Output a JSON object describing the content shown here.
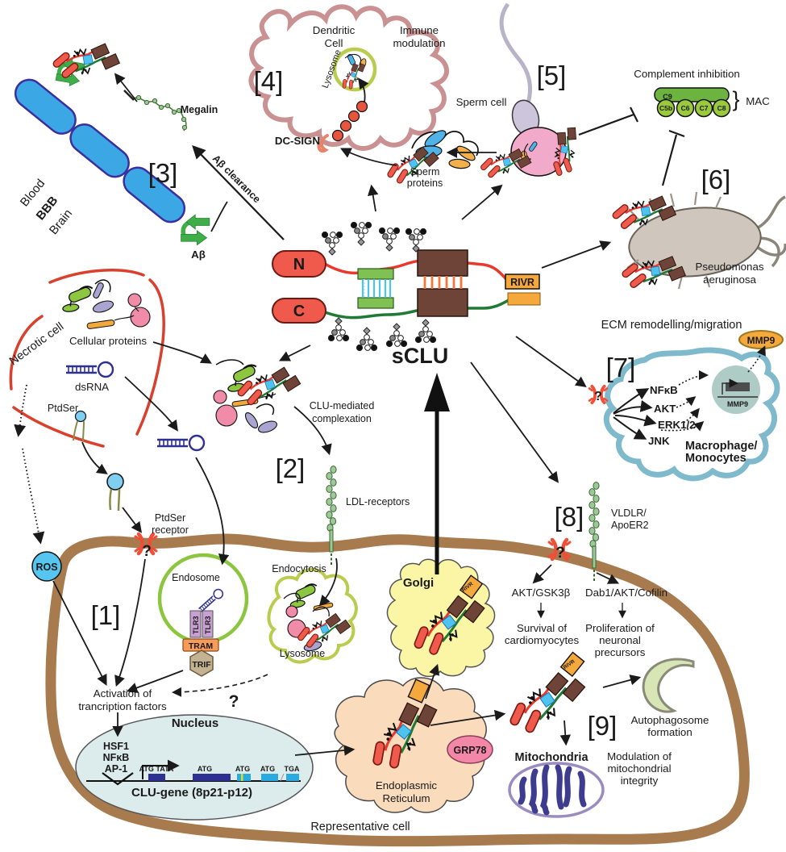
{
  "colors": {
    "membrane": "#A87B4F",
    "necrotic_red": "#D9402E",
    "bbb_blue": "#3BA7E5",
    "bbb_label_blue": "#4FB8EA",
    "dendritic_pink": "#CA9193",
    "macrophage_outline": "#7FB9CC",
    "macrophage_text": "#2196D9",
    "nucleus_fill": "#DCEBEB",
    "nucleus_text": "#1B75BB",
    "golgi_fill": "#FAF6A6",
    "golgi_text": "#A39A33",
    "er_fill": "#FADCBC",
    "er_text": "#F2728C",
    "grp78_pink": "#F287A7",
    "mito_purple": "#7C3F98",
    "clu_red": "#F05A4C",
    "clu_brown": "#6F4438",
    "clu_green": "#7FC152",
    "clu_orange": "#F5A83C",
    "complement_green": "#6CB33F",
    "sperm_text": "#5B5EA6",
    "pseudomonas_text": "#28375F",
    "exon_dark_blue": "#2E3192",
    "exon_light_blue": "#29ABE2",
    "receptor_red": "#F04E37"
  },
  "symbols": {
    "question": "?",
    "brace": "}"
  },
  "molecule": {
    "n": "N",
    "c": "C",
    "rivr": "RIVR",
    "name": "sCLU"
  },
  "bbb": {
    "blood": "Blood",
    "bbb": "BBB",
    "brain": "Brain",
    "megalin": "Megalin",
    "num": "[3]",
    "clearance": "Aβ clearance",
    "abeta": "Aβ"
  },
  "dendritic": {
    "num": "[4]",
    "cell1": "Dendritic",
    "cell2": "Cell",
    "lysosome": "Lysosome",
    "dcsign": "DC-SIGN",
    "immune1": "Immune",
    "immune2": "modulation"
  },
  "sperm": {
    "num": "[5]",
    "cell": "Sperm cell",
    "prot1": "Sperm",
    "prot2": "proteins"
  },
  "complement": {
    "title": "Complement inhibition",
    "c9": "C9",
    "c5b": "C5b",
    "c6": "C6",
    "c7": "C7",
    "c8": "C8",
    "mac": "MAC"
  },
  "pseudomonas": {
    "num": "[6]",
    "name1": "Pseudomonas",
    "name2": "aeruginosa"
  },
  "necrotic": {
    "cell": "Necrotic cell",
    "proteins": "Cellular proteins",
    "dsrna": "dsRNA",
    "ptdser": "PtdSer"
  },
  "complexation": {
    "num": "[2]",
    "line1": "CLU-mediated",
    "line2": "complexation",
    "ldl": "LDL-receptors"
  },
  "macrophage": {
    "num": "[7]",
    "title": "ECM remodelling/migration",
    "mmp9_secreted": "MMP9",
    "mmp9_gene": "MMP9",
    "nfkb": "NFκB",
    "akt": "AKT",
    "erk": "ERK1/2",
    "jnk": "JNK",
    "name1": "Macrophage/",
    "name2": "Monocytes"
  },
  "pathway1": {
    "num": "[1]",
    "ros": "ROS",
    "receptor1": "PtdSer",
    "receptor2": "receptor",
    "endosome": "Endosome",
    "tlr3": "TLR3",
    "tram": "TRAM",
    "trif": "TRIF",
    "activation1": "Activation of",
    "activation2": "trancription factors"
  },
  "nucleus": {
    "title": "Nucleus",
    "hsf1": "HSF1",
    "nfkb": "NFκB",
    "ap1": "AP-1",
    "atg_tata": "ATG TATA",
    "atg": "ATG",
    "tga": "TGA",
    "gene": "CLU-gene (8p21-p12)"
  },
  "secretory": {
    "endocytosis": "Endocytosis",
    "lysosome": "Lysosome",
    "golgi": "Golgi",
    "er1": "Endoplasmic",
    "er2": "Reticulum",
    "grp78": "GRP78"
  },
  "pathway8": {
    "num": "[8]",
    "vldlr1": "VLDLR/",
    "vldlr2": "ApoER2",
    "akt_gsk": "AKT/GSK3β",
    "dab1": "Dab1/AKT/Cofilin",
    "survival1": "Survival of",
    "survival2": "cardiomyocytes",
    "prolif1": "Proliferation of",
    "prolif2": "neuronal",
    "prolif3": "precursors"
  },
  "pathway9": {
    "num": "[9]",
    "autophagosome1": "Autophagosome",
    "autophagosome2": "formation",
    "mitochondria": "Mitochondria",
    "modulation1": "Modulation of",
    "modulation2": "mitochondrial",
    "modulation3": "integrity"
  },
  "cell": {
    "representative": "Representative cell"
  }
}
